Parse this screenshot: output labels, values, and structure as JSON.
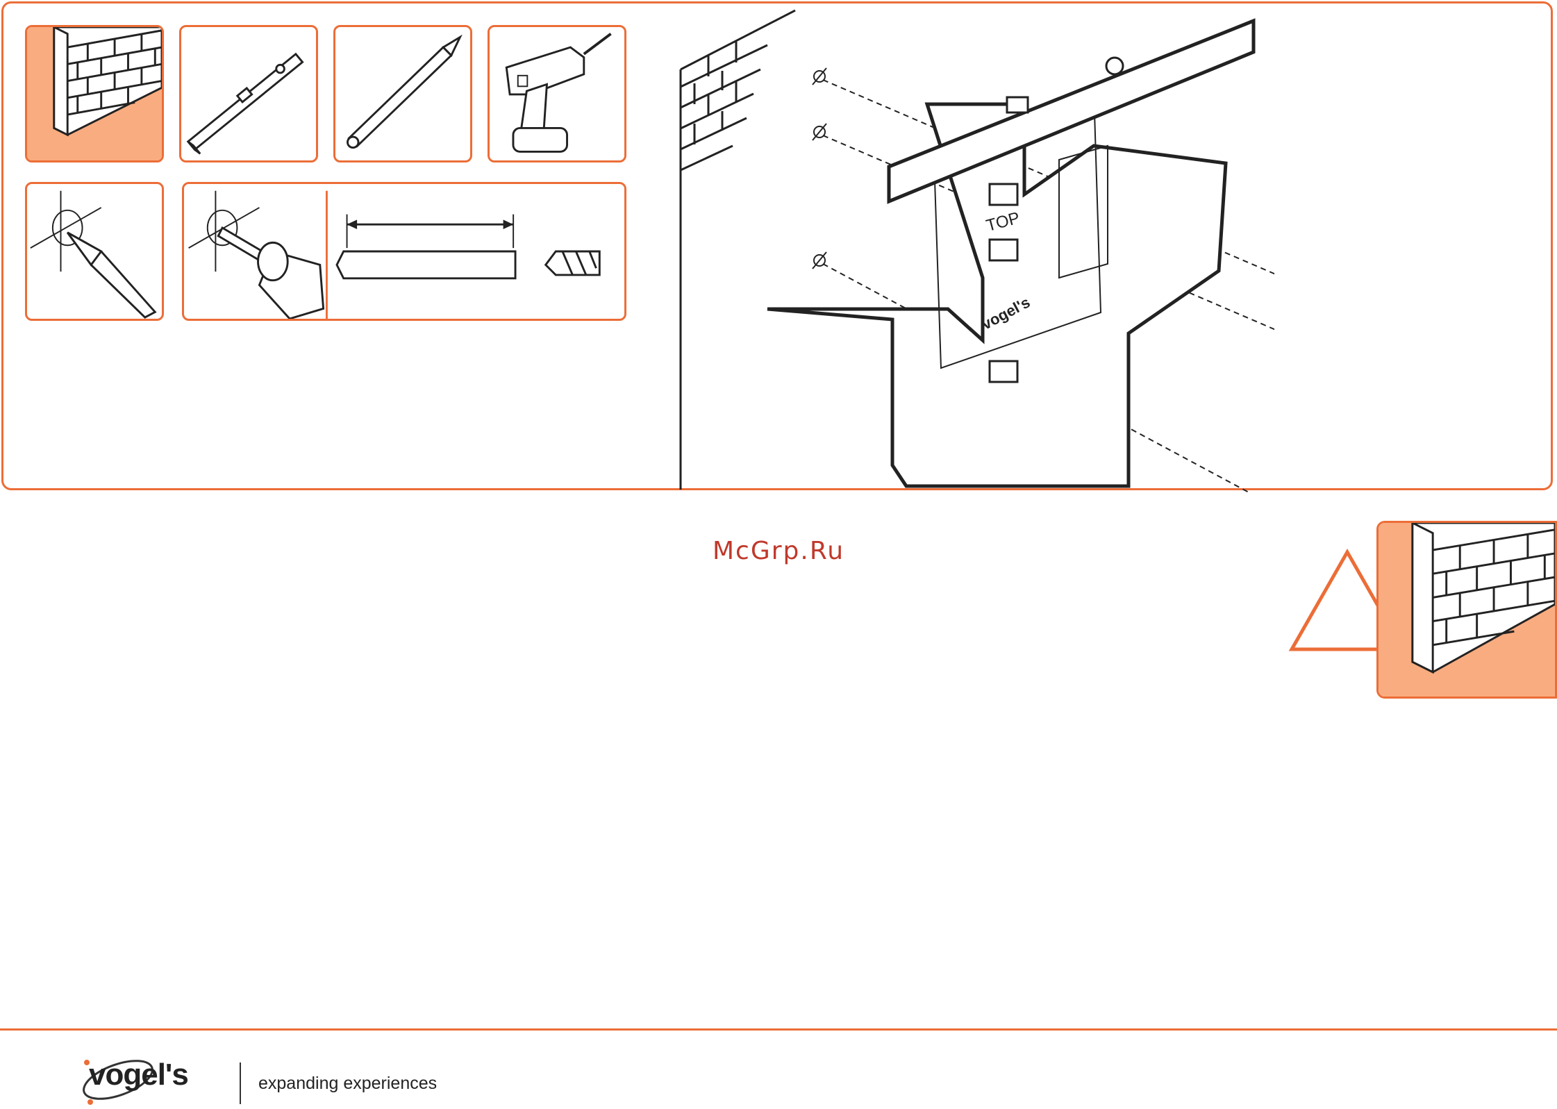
{
  "diagram": {
    "bracket_label": "TOP",
    "bracket_brand": "vogel's"
  },
  "watermark": "McGrp.Ru",
  "footer": {
    "logo": "vogel's",
    "tagline": "expanding experiences"
  },
  "colors": {
    "accent": "#ec6d37",
    "accent_light": "#f9ac80",
    "watermark": "#c0392b"
  },
  "icons": [
    "brick-wall-icon",
    "spirit-level-icon",
    "pencil-icon",
    "power-drill-icon",
    "mark-hole-icon",
    "drill-hole-icon",
    "drill-bit-icon",
    "warning-triangle-icon"
  ]
}
